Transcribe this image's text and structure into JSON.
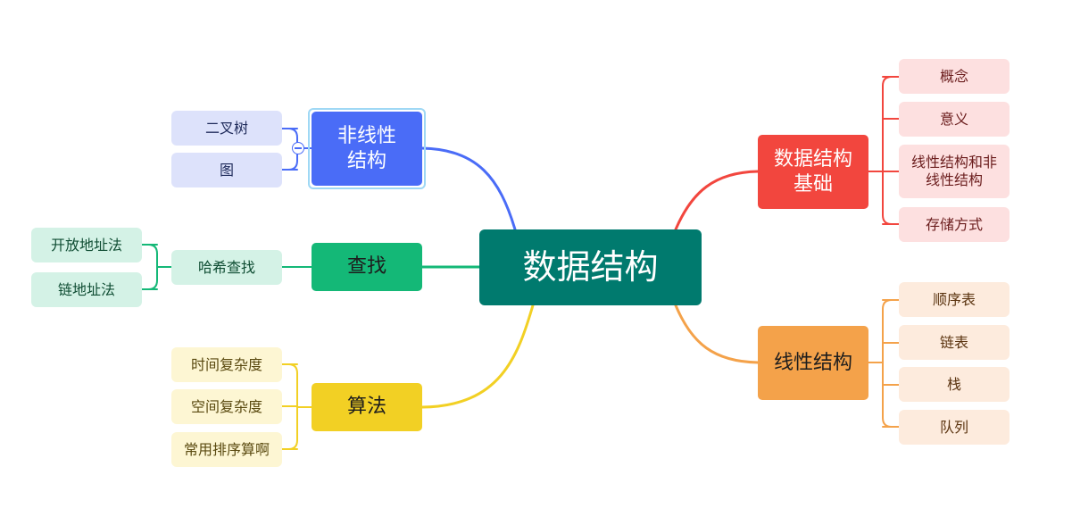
{
  "root": {
    "label": "数据结构"
  },
  "branches": {
    "basics": {
      "label": "数据结构基础",
      "color": "#f2463e",
      "children": [
        "概念",
        "意义",
        "线性结构和非线性结构",
        "存储方式"
      ]
    },
    "linear": {
      "label": "线性结构",
      "color": "#f4a24a",
      "children": [
        "顺序表",
        "链表",
        "栈",
        "队列"
      ]
    },
    "nonlinear": {
      "label": "非线性结构",
      "color": "#4a6cf7",
      "children": [
        "二叉树",
        "图"
      ]
    },
    "search": {
      "label": "查找",
      "color": "#14b877",
      "child": "哈希查找",
      "grandchildren": [
        "开放地址法",
        "链地址法"
      ]
    },
    "algorithm": {
      "label": "算法",
      "color": "#f2d024",
      "children": [
        "时间复杂度",
        "空间复杂度",
        "常用排序算啊"
      ]
    }
  },
  "colors": {
    "root": "#007a6e",
    "basics_leaf_bg": "#fde0e0",
    "linear_leaf_bg": "#fdebdd",
    "nonlinear_leaf_bg": "#dde2fb",
    "search_leaf_bg": "#d4f2e6",
    "algorithm_leaf_bg": "#fdf6d3"
  }
}
